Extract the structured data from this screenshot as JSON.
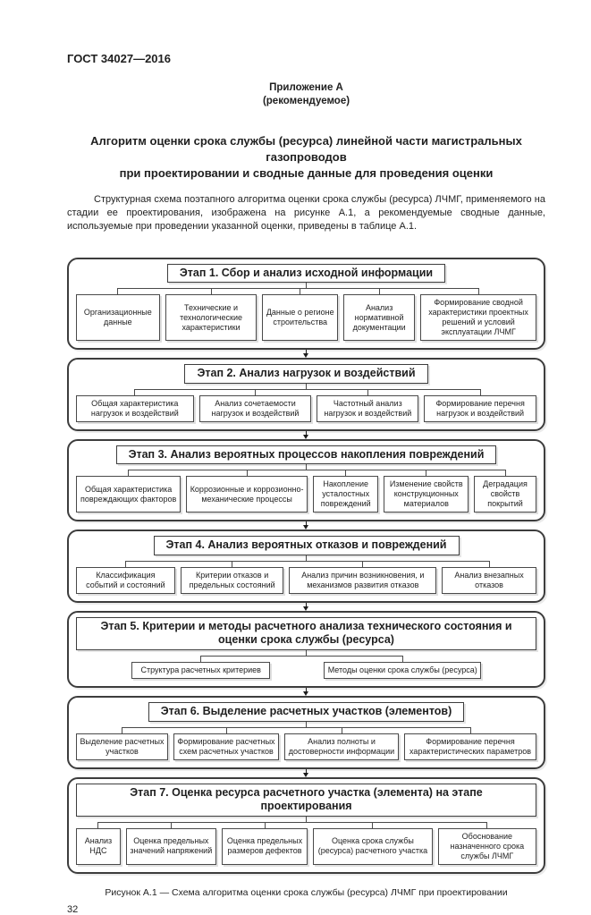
{
  "header": {
    "doc_number": "ГОСТ 34027—2016"
  },
  "appendix": {
    "label": "Приложение А",
    "note": "(рекомендуемое)"
  },
  "title": {
    "line1": "Алгоритм оценки срока службы (ресурса) линейной части магистральных газопроводов",
    "line2": "при проектировании и сводные данные для проведения оценки"
  },
  "intro_paragraph": "Структурная схема поэтапного алгоритма оценки срока службы (ресурса) ЛЧМГ, применяемого на стадии ее проектирования, изображена на рисунке А.1, а рекомендуемые сводные данные, используемые при проведении указанной оценки, приведены в таблице А.1.",
  "flowchart": {
    "stages": [
      {
        "title": "Этап 1. Сбор и анализ исходной информации",
        "boxes": [
          "Организационные данные",
          "Технические и технологические характеристики",
          "Данные о регионе строительства",
          "Анализ нормативной документации",
          "Формирование сводной характеристики проектных решений и условий эксплуатации ЛЧМГ"
        ]
      },
      {
        "title": "Этап 2. Анализ нагрузок и воздействий",
        "boxes": [
          "Общая характеристика нагрузок и воздействий",
          "Анализ сочетаемости нагрузок и воздействий",
          "Частотный анализ нагрузок и воздействий",
          "Формирование перечня нагрузок и воздействий"
        ]
      },
      {
        "title": "Этап 3. Анализ вероятных процессов накопления повреждений",
        "boxes": [
          "Общая характеристика повреждающих факторов",
          "Коррозионные и коррозионно-механические процессы",
          "Накопление усталостных повреждений",
          "Изменение свойств конструкционных материалов",
          "Деградация свойств покрытий"
        ]
      },
      {
        "title": "Этап 4. Анализ вероятных отказов и повреждений",
        "boxes": [
          "Классификация событий и состояний",
          "Критерии отказов и предельных состояний",
          "Анализ причин возникновения, и механизмов развития отказов",
          "Анализ внезапных отказов"
        ]
      },
      {
        "title": "Этап 5. Критерии и методы расчетного анализа технического состояния и оценки срока службы (ресурса)",
        "boxes": [
          "Структура расчетных критериев",
          "Методы оценки срока службы (ресурса)"
        ]
      },
      {
        "title": "Этап 6. Выделение расчетных участков (элементов)",
        "boxes": [
          "Выделение расчетных участков",
          "Формирование расчетных схем расчетных участков",
          "Анализ полноты и достоверности информации",
          "Формирование перечня характеристических параметров"
        ]
      },
      {
        "title": "Этап 7. Оценка ресурса расчетного участка (элемента) на этапе проектирования",
        "boxes": [
          "Анализ НДС",
          "Оценка предельных значений напряжений",
          "Оценка предельных размеров дефектов",
          "Оценка срока службы (ресурса) расчетного участка",
          "Обоснование назначенного срока службы ЛЧМГ"
        ]
      }
    ]
  },
  "figure_caption": "Рисунок А.1 — Схема алгоритма оценки срока службы (ресурса) ЛЧМГ при проектировании",
  "page_number": "32",
  "colors": {
    "background": "#ffffff",
    "text": "#1f1f1f",
    "stage_border": "#3d3d3d",
    "box_border": "#4a4a4a",
    "connector_line": "#4a4a4a",
    "arrow": "#1c1c1c"
  }
}
